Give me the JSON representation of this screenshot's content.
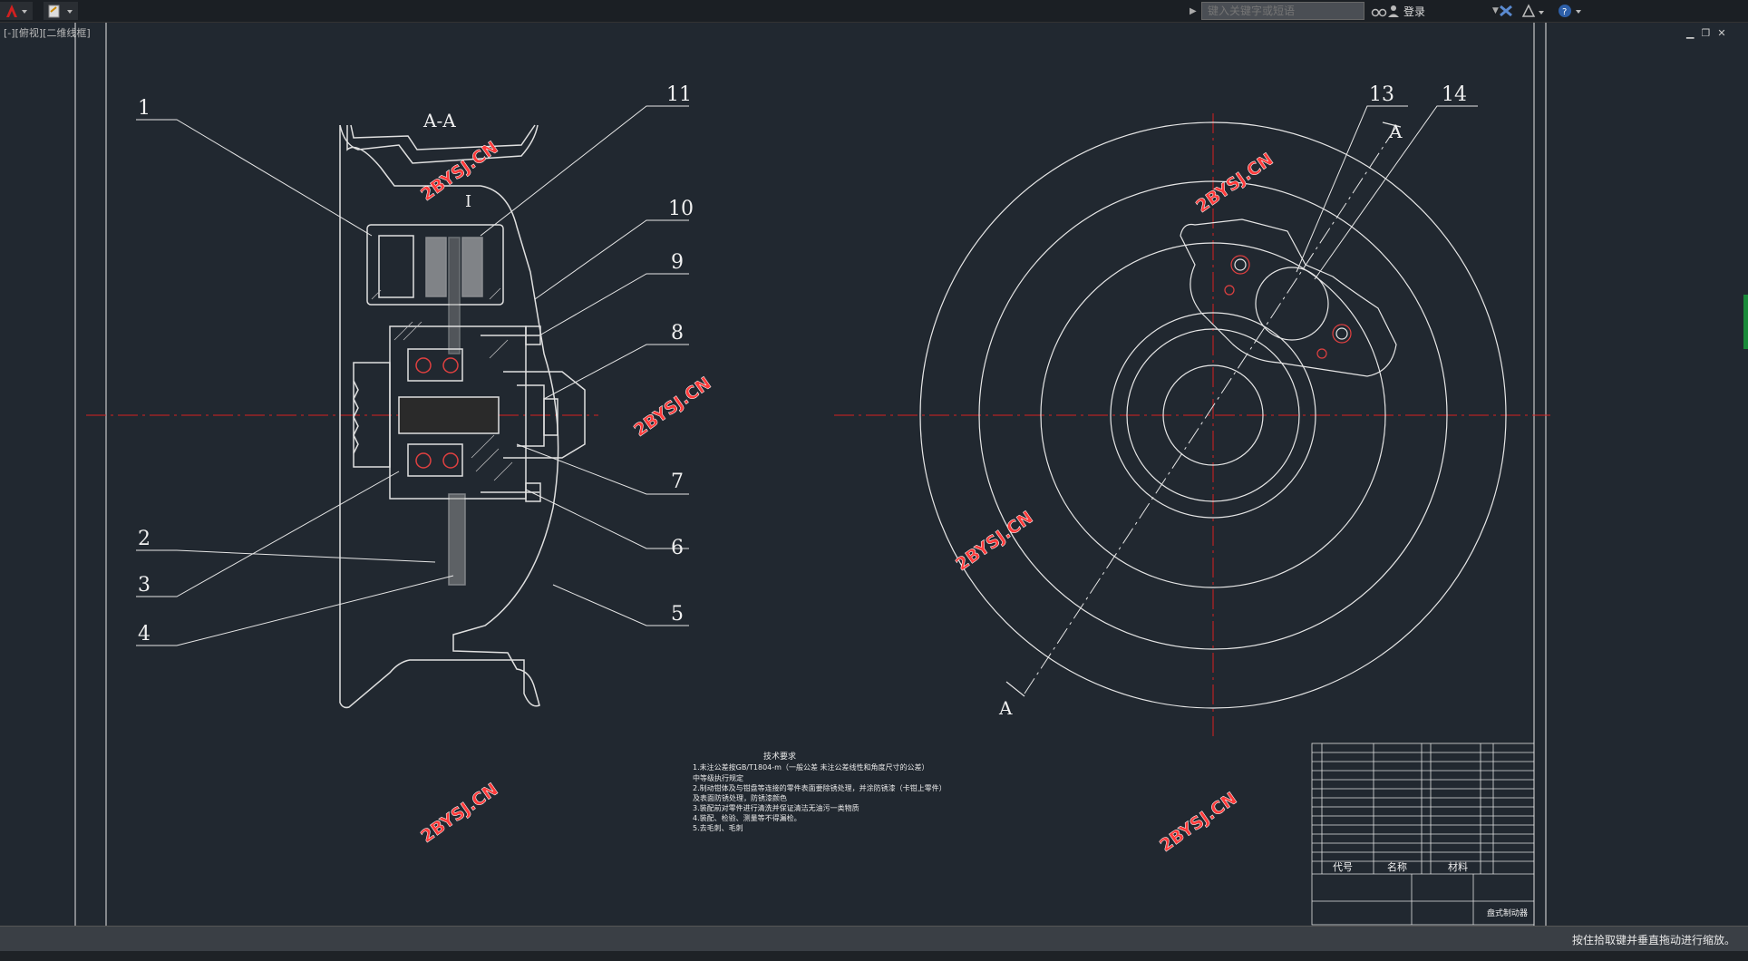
{
  "titlebar": {
    "search_placeholder": "键入关键字或短语",
    "login_label": "登录"
  },
  "viewport": {
    "label": "[-][俯视][二维线框]"
  },
  "status": {
    "text": "按住拾取键并垂直拖动进行缩放。"
  },
  "drawing": {
    "section_label": "A-A",
    "detail_label": "I",
    "view_label": "A",
    "watermark": "2BYSJ.CN",
    "callouts": [
      "1",
      "2",
      "3",
      "4",
      "5",
      "6",
      "7",
      "8",
      "9",
      "10",
      "11",
      "13",
      "14"
    ],
    "tech_title": "技术要求",
    "tech_lines": [
      "1.未注公差按GB/T1804-m（一般公差  未注公差线性和角度尺寸的公差）",
      "中等级执行规定",
      "2.制动钳体及与钳盘等连接的零件表面要除锈处理，并涂防锈漆（卡钳上零件）",
      "及表面防锈处理，防锈漆颜色",
      "3.装配前对零件进行清洗并保证清洁无油污一类物质",
      "4.装配、检验、测量等不得漏检。",
      "5.去毛刺、毛刺"
    ],
    "title_block": {
      "col_code": "代号",
      "col_name": "名称",
      "col_material": "材料",
      "drawing_name": "盘式制动器"
    }
  }
}
